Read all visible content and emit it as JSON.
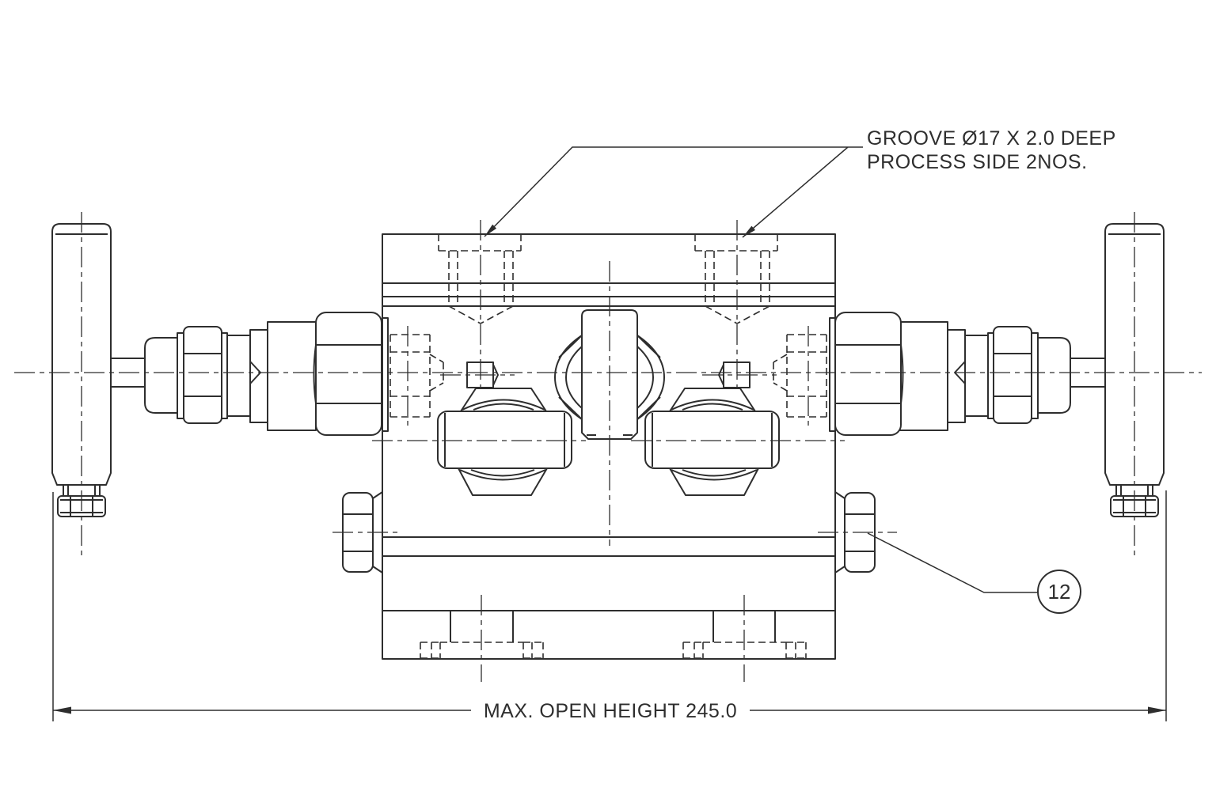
{
  "colors": {
    "background": "#ffffff",
    "line": "#2e2e2e"
  },
  "annotations": {
    "groove_note": {
      "line1": "GROOVE Ø17 X 2.0 DEEP",
      "line2": "PROCESS SIDE 2NOS."
    },
    "dimension": {
      "label": "MAX. OPEN HEIGHT 245.0"
    },
    "balloon": {
      "label": "12"
    }
  }
}
